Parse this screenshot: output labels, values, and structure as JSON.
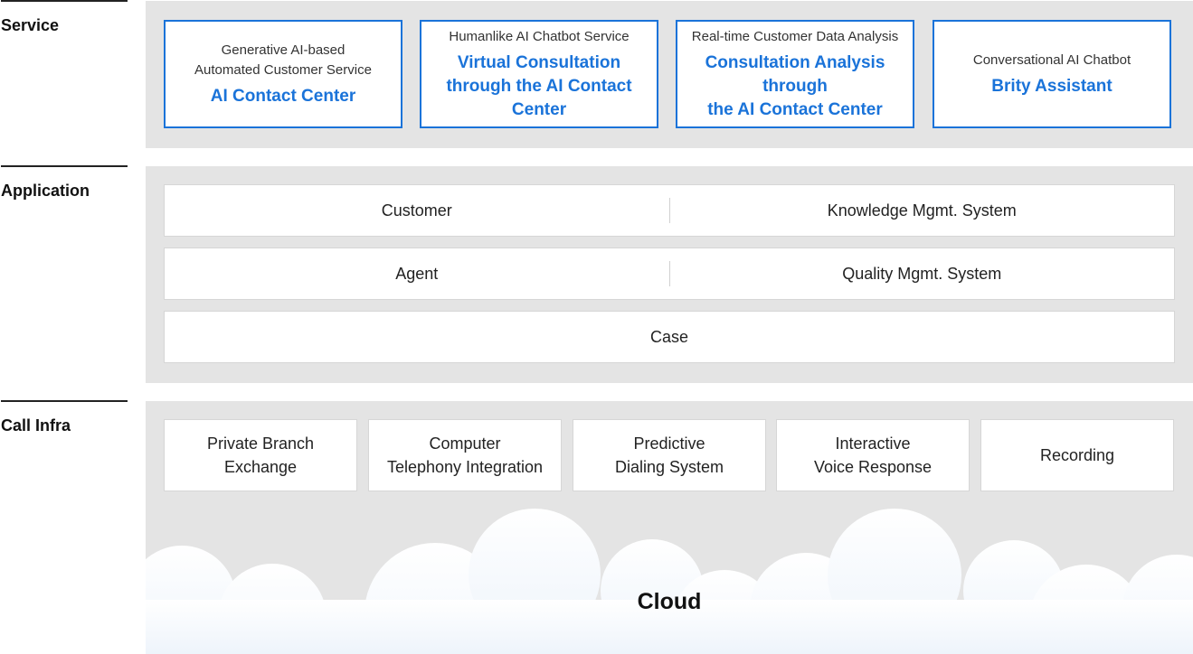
{
  "layers": {
    "service": "Service",
    "application": "Application",
    "call_infra": "Call Infra"
  },
  "service_cards": [
    {
      "subtitle": "Generative AI-based\nAutomated Customer Service",
      "title": "AI Contact Center"
    },
    {
      "subtitle": "Humanlike AI Chatbot Service",
      "title": "Virtual Consultation\nthrough the AI Contact Center"
    },
    {
      "subtitle": "Real-time Customer Data Analysis",
      "title": "Consultation Analysis through\nthe AI Contact Center"
    },
    {
      "subtitle": "Conversational AI Chatbot",
      "title": "Brity Assistant"
    }
  ],
  "application": {
    "row1": {
      "left": "Customer",
      "right": "Knowledge Mgmt. System"
    },
    "row2": {
      "left": "Agent",
      "right": "Quality Mgmt. System"
    },
    "row3": "Case"
  },
  "infra": [
    "Private Branch\nExchange",
    "Computer\nTelephony Integration",
    "Predictive\nDialing System",
    "Interactive\nVoice Response",
    "Recording"
  ],
  "cloud_label": "Cloud",
  "colors": {
    "accent": "#1a73d9",
    "panel": "#e4e4e4"
  }
}
